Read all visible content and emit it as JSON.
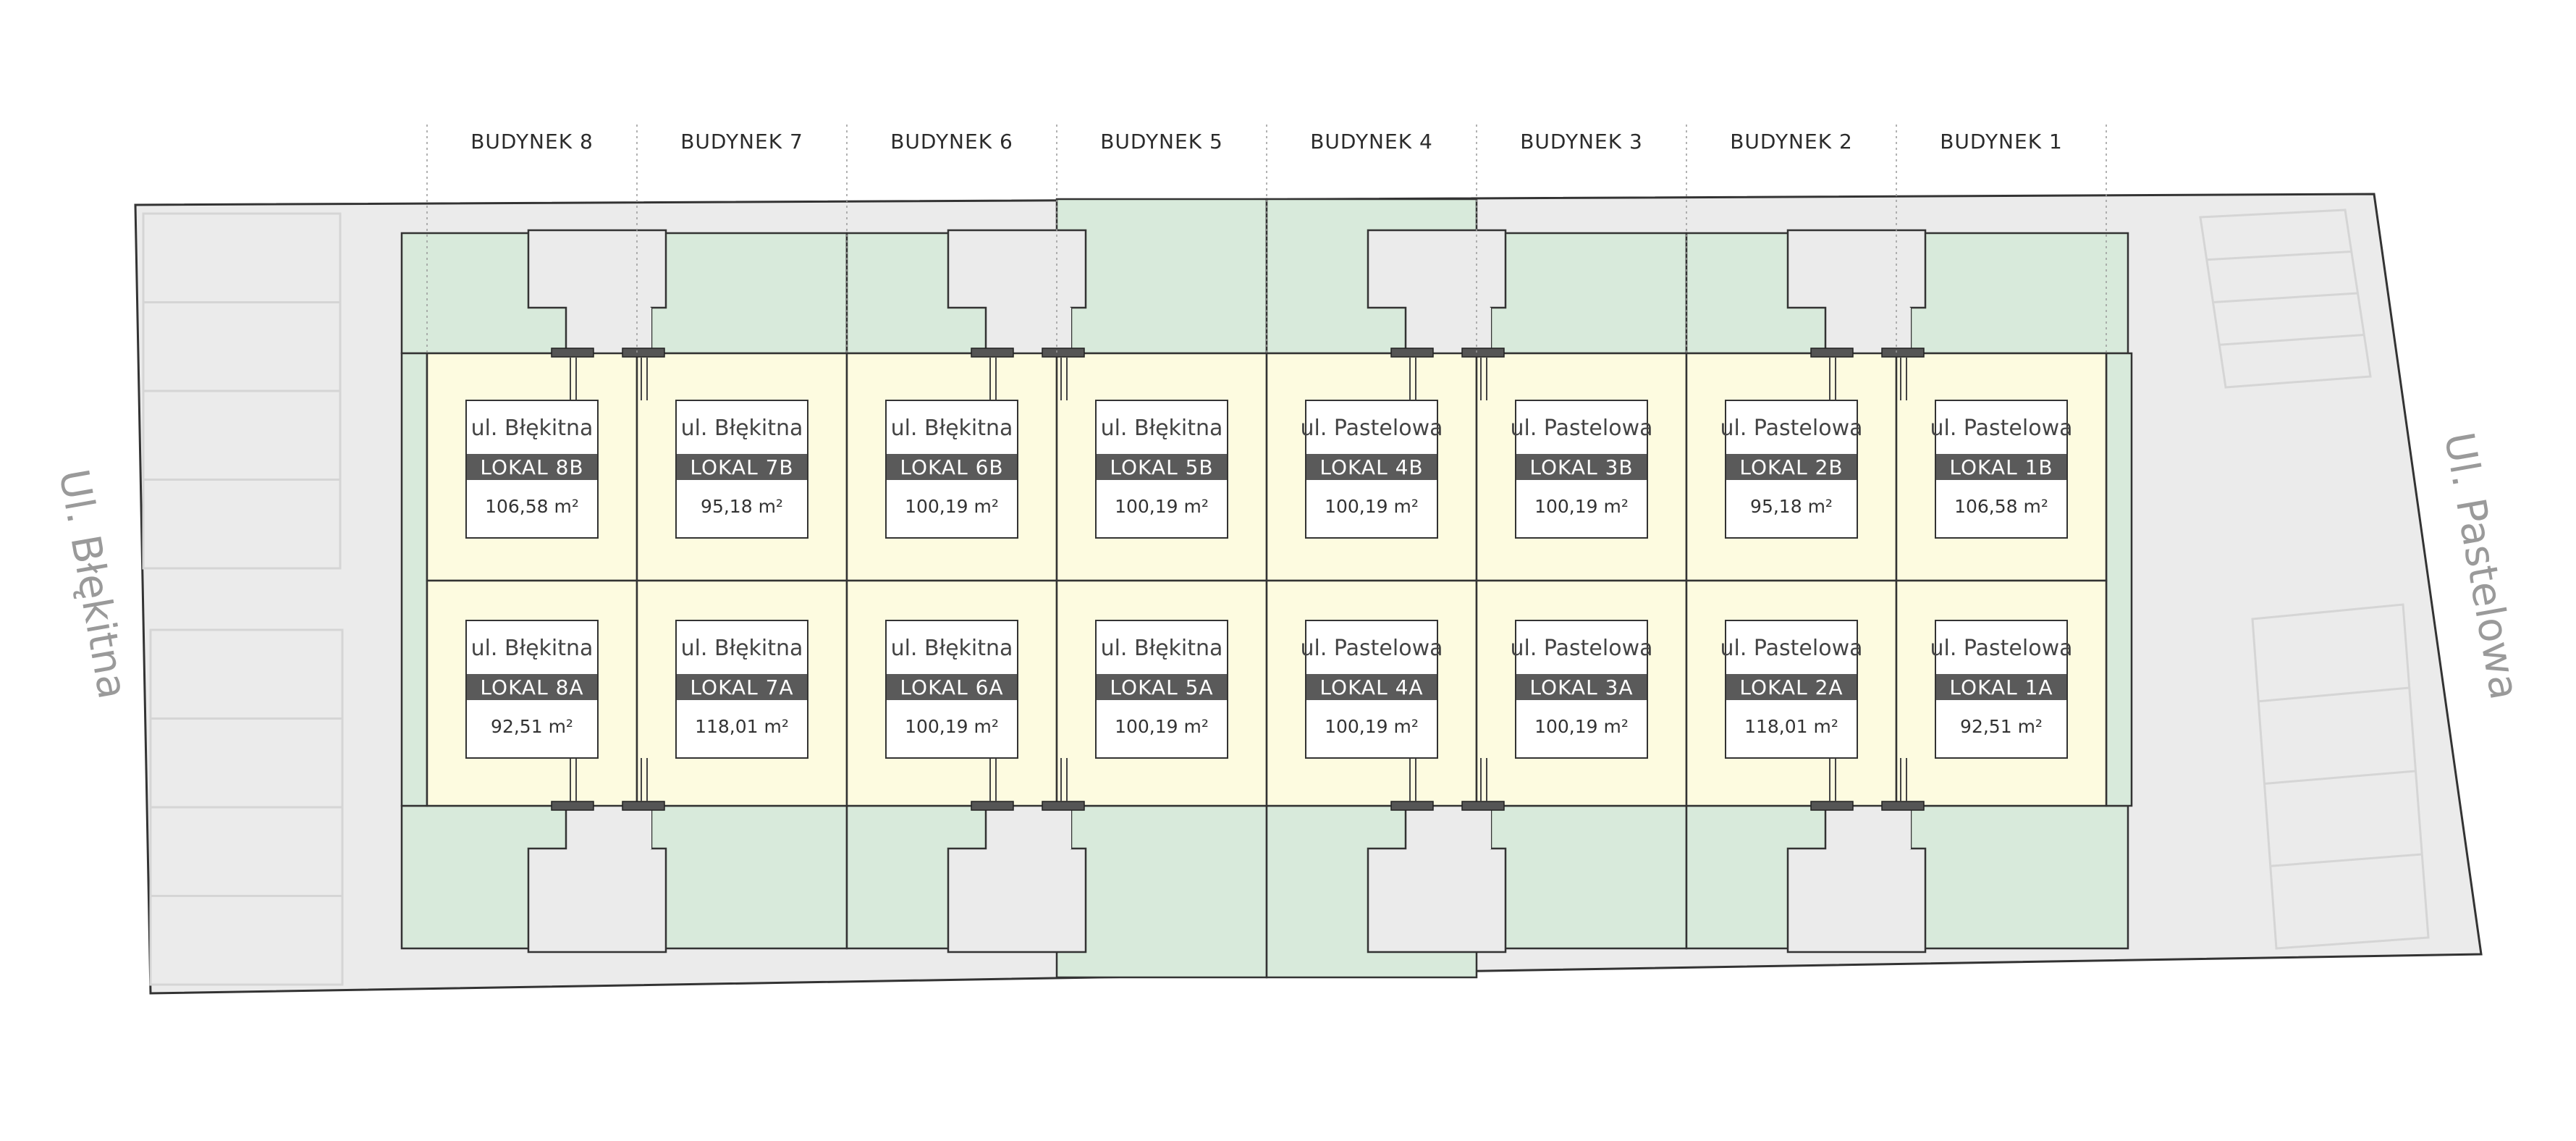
{
  "colors": {
    "road": "#ebebeb",
    "garden": "#d8eadb",
    "unit": "#fdfbe0",
    "outline": "#333333",
    "parking": "#d5d5d5",
    "door": "#555555",
    "label_bar": "#5a5a5a",
    "street_text": "#9a9a9a"
  },
  "streets": {
    "left": "Ul. Błękitna",
    "right": "Ul. Pastelowa"
  },
  "buildings": [
    {
      "label": "BUDYNEK 8",
      "upper": {
        "street": "ul. Błękitna",
        "lokal": "LOKAL 8B",
        "area": "106,58  m²"
      },
      "lower": {
        "street": "ul. Błękitna",
        "lokal": "LOKAL 8A",
        "area": "92,51  m²"
      }
    },
    {
      "label": "BUDYNEK 7",
      "upper": {
        "street": "ul. Błękitna",
        "lokal": "LOKAL 7B",
        "area": "95,18  m²"
      },
      "lower": {
        "street": "ul. Błękitna",
        "lokal": "LOKAL 7A",
        "area": "118,01  m²"
      }
    },
    {
      "label": "BUDYNEK 6",
      "upper": {
        "street": "ul. Błękitna",
        "lokal": "LOKAL 6B",
        "area": "100,19  m²"
      },
      "lower": {
        "street": "ul. Błękitna",
        "lokal": "LOKAL 6A",
        "area": "100,19  m²"
      }
    },
    {
      "label": "BUDYNEK 5",
      "upper": {
        "street": "ul. Błękitna",
        "lokal": "LOKAL 5B",
        "area": "100,19  m²"
      },
      "lower": {
        "street": "ul. Błękitna",
        "lokal": "LOKAL 5A",
        "area": "100,19  m²"
      }
    },
    {
      "label": "BUDYNEK 4",
      "upper": {
        "street": "ul. Pastelowa",
        "lokal": "LOKAL 4B",
        "area": "100,19  m²"
      },
      "lower": {
        "street": "ul. Pastelowa",
        "lokal": "LOKAL 4A",
        "area": "100,19  m²"
      }
    },
    {
      "label": "BUDYNEK 3",
      "upper": {
        "street": "ul. Pastelowa",
        "lokal": "LOKAL 3B",
        "area": "100,19  m²"
      },
      "lower": {
        "street": "ul. Pastelowa",
        "lokal": "LOKAL 3A",
        "area": "100,19  m²"
      }
    },
    {
      "label": "BUDYNEK 2",
      "upper": {
        "street": "ul. Pastelowa",
        "lokal": "LOKAL 2B",
        "area": "95,18  m²"
      },
      "lower": {
        "street": "ul. Pastelowa",
        "lokal": "LOKAL 2A",
        "area": "118,01  m²"
      }
    },
    {
      "label": "BUDYNEK 1",
      "upper": {
        "street": "ul. Pastelowa",
        "lokal": "LOKAL 1B",
        "area": "106,58  m²"
      },
      "lower": {
        "street": "ul. Pastelowa",
        "lokal": "LOKAL 1A",
        "area": "92,51  m²"
      }
    }
  ]
}
